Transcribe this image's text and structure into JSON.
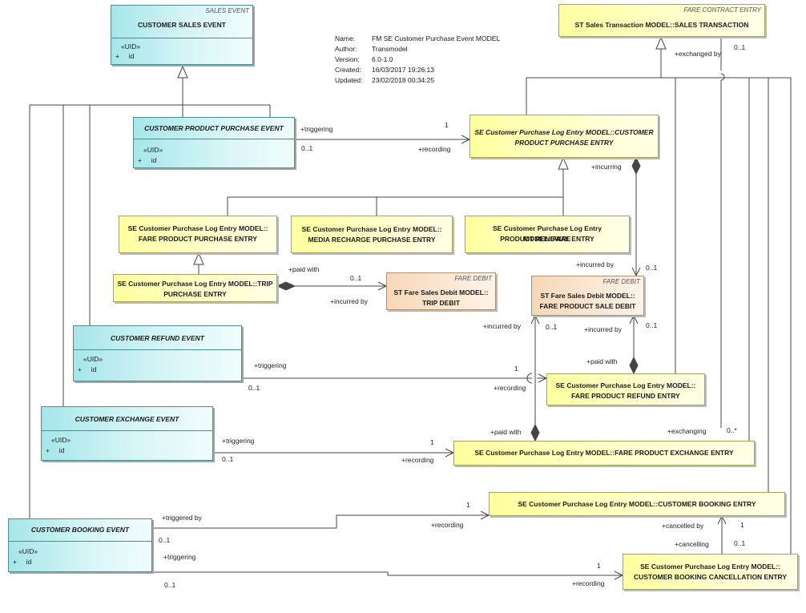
{
  "metadata": {
    "name_label": "Name:",
    "name": "FM SE Customer Purchase Event MODEL",
    "author_label": "Author:",
    "author": "Transmodel",
    "version_label": "Version:",
    "version": "6.0-1.0",
    "created_label": "Created:",
    "created": "16/03/2017 19:26:13",
    "updated_label": "Updated:",
    "updated": "23/02/2018 00:34:25"
  },
  "classes": {
    "sales_event": {
      "stereotype": "SALES EVENT",
      "name": "CUSTOMER SALES EVENT",
      "attr_stereo": "«UID»",
      "attr": "+     id"
    },
    "product_purchase_event": {
      "name": "CUSTOMER PRODUCT PURCHASE EVENT",
      "attr_stereo": "«UID»",
      "attr": "+     id"
    },
    "refund_event": {
      "name": "CUSTOMER REFUND EVENT",
      "attr_stereo": "«UID»",
      "attr": "+     id"
    },
    "exchange_event": {
      "name": "CUSTOMER EXCHANGE EVENT",
      "attr_stereo": "«UID»",
      "attr": "+     id"
    },
    "booking_event": {
      "name": "CUSTOMER BOOKING EVENT",
      "attr_stereo": "«UID»",
      "attr": "+     id"
    },
    "sales_transaction": {
      "stereotype": "FARE CONTRACT ENTRY",
      "name": "ST Sales Transaction MODEL::SALES TRANSACTION"
    },
    "product_purchase_entry": {
      "name_1": "SE Customer Purchase Log Entry MODEL::CUSTOMER",
      "name_2": "PRODUCT PURCHASE ENTRY"
    },
    "fare_product_purchase_entry": {
      "name_1": "SE Customer Purchase Log Entry MODEL::",
      "name_2": "FARE PRODUCT PURCHASE ENTRY"
    },
    "media_recharge_entry": {
      "name_1": "SE Customer Purchase Log Entry MODEL::",
      "name_2": "MEDIA RECHARGE PURCHASE ENTRY"
    },
    "fare_product_renewal_entry": {
      "name_1": "SE Customer Purchase Log Entry MODEL::FARE",
      "name_2": "PRODUCT RENEWAL ENTRY"
    },
    "trip_purchase_entry": {
      "name_1": "SE Customer Purchase Log Entry MODEL::TRIP",
      "name_2": "PURCHASE ENTRY"
    },
    "trip_debit": {
      "stereotype": "FARE DEBIT",
      "name_1": "ST Fare Sales Debit MODEL::",
      "name_2": "TRIP DEBIT"
    },
    "fare_product_sale_debit": {
      "stereotype": "FARE DEBIT",
      "name_1": "ST Fare Sales Debit MODEL::",
      "name_2": "FARE PRODUCT SALE DEBIT"
    },
    "fare_product_refund_entry": {
      "name_1": "SE Customer Purchase Log Entry MODEL::",
      "name_2": "FARE PRODUCT REFUND ENTRY"
    },
    "fare_product_exchange_entry": {
      "name": "SE Customer Purchase Log Entry MODEL::FARE PRODUCT EXCHANGE ENTRY"
    },
    "booking_entry": {
      "name": "SE Customer Purchase Log Entry MODEL::CUSTOMER BOOKING ENTRY"
    },
    "booking_cancellation_entry": {
      "name_1": "SE Customer Purchase Log Entry MODEL::",
      "name_2": "CUSTOMER BOOKING CANCELLATION ENTRY"
    }
  },
  "labels": {
    "triggering_1": "+triggering",
    "mult_1": "1",
    "mult_01_a": "0..1",
    "recording_1": "+recording",
    "incurring": "+incurring",
    "exchanged_by": "+exchanged by",
    "mult_01_b": "0..1",
    "paid_with_1": "+paid with",
    "mult_01_c": "0..1",
    "incurred_by_1": "+incurred by",
    "incurred_by_2": "+incurred by",
    "mult_01_d": "0..1",
    "incurred_by_3": "+incurred by",
    "mult_01_e": "0..1",
    "incurred_by_4": "+incurred by",
    "mult_01_f": "0..1",
    "paid_with_2": "+paid with",
    "triggering_2": "+triggering",
    "mult_2": "1",
    "mult_01_g": "0..1",
    "recording_2": "+recording",
    "paid_with_3": "+paid with",
    "exchanging": "+exchanging",
    "mult_0n": "0..*",
    "triggering_3": "+triggering",
    "mult_3": "1",
    "mult_01_h": "0..1",
    "recording_3": "+recording",
    "triggered_by": "+triggered by",
    "mult_4": "1",
    "mult_01_i": "0..1",
    "recording_4": "+recording",
    "cancelled_by": "+cancelled by",
    "mult_5": "1",
    "cancelling": "+cancelling",
    "mult_01_j": "0..1",
    "triggering_4": "+triggering",
    "mult_6": "1",
    "mult_01_k": "0..1",
    "recording_5": "+recording"
  }
}
